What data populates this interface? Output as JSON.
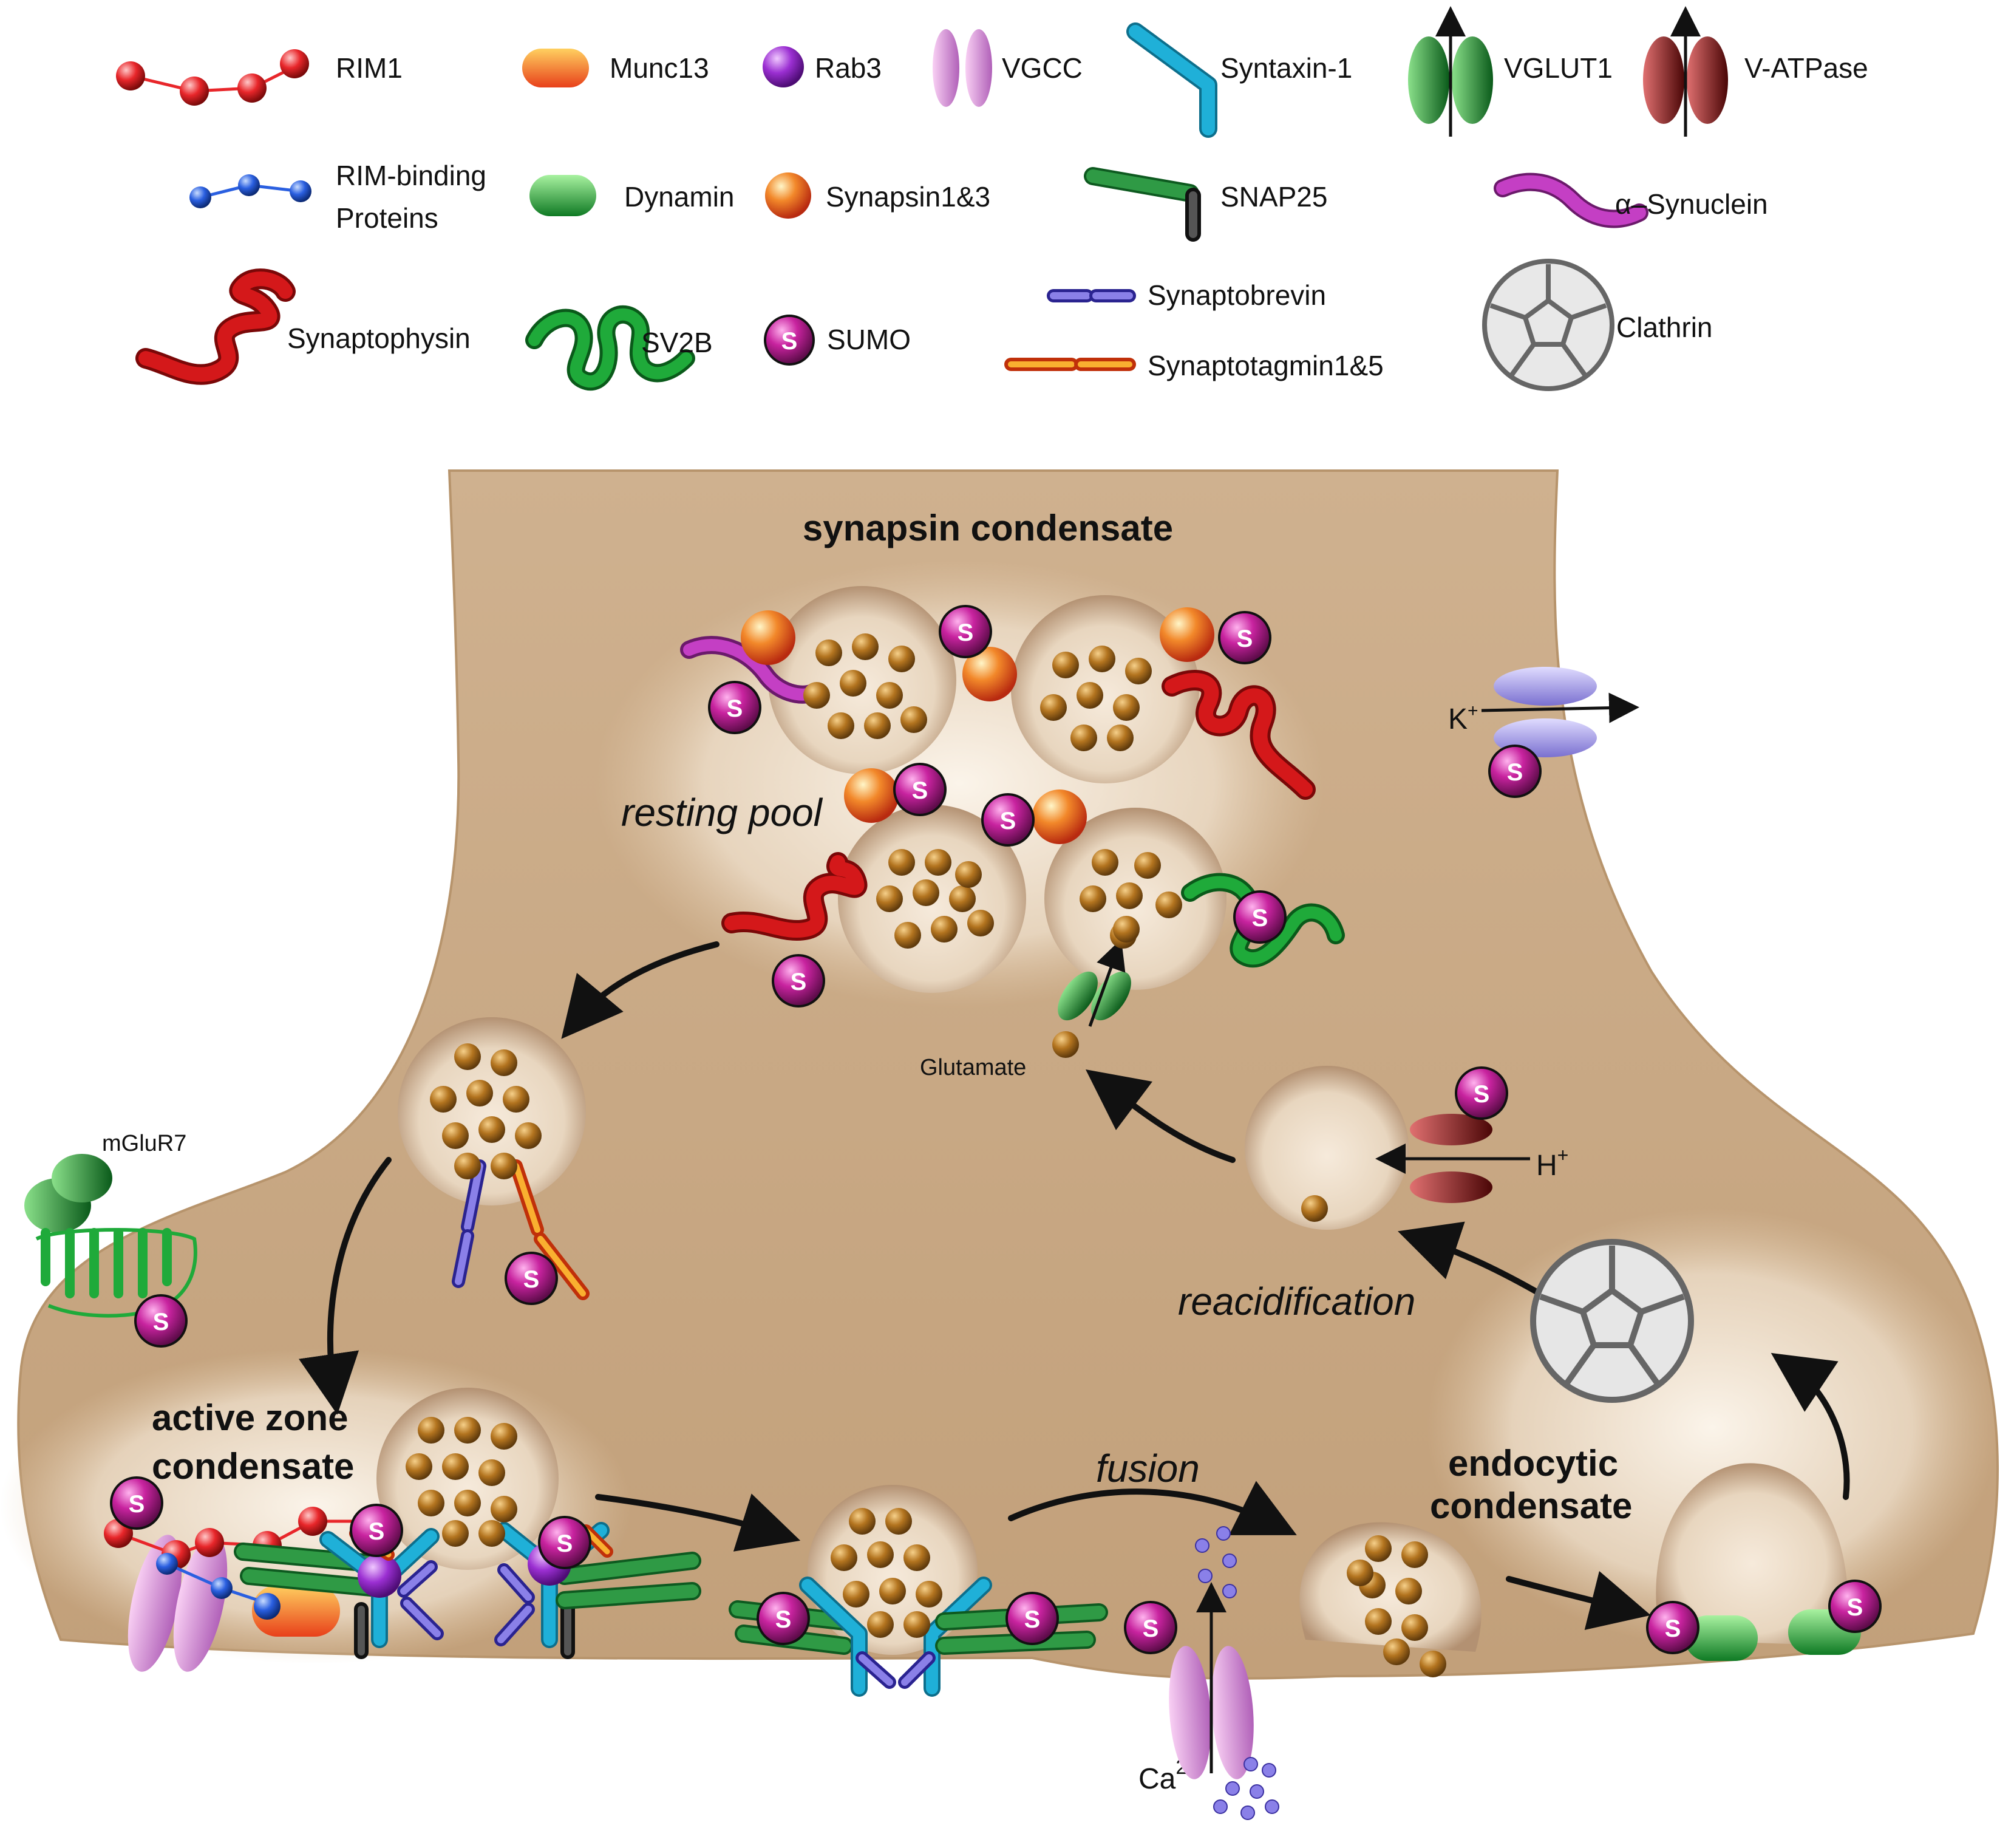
{
  "legend": {
    "rim1": "RIM1",
    "munc13": "Munc13",
    "rab3": "Rab3",
    "vgcc": "VGCC",
    "syntaxin": "Syntaxin-1",
    "vglut1": "VGLUT1",
    "vatpase": "V-ATPase",
    "rim_binding_1": "RIM-binding",
    "rim_binding_2": "Proteins",
    "dynamin": "Dynamin",
    "synapsin": "Synapsin1&3",
    "snap25": "SNAP25",
    "asyn": "α–Synuclein",
    "synaptophysin": "Synaptophysin",
    "sv2b": "SV2B",
    "sumo": "SUMO",
    "synaptobrevin": "Synaptobrevin",
    "synaptotagmin": "Synaptotagmin1&5",
    "clathrin": "Clathrin"
  },
  "diagram": {
    "synapsin_condensate": "synapsin condensate",
    "resting_pool": "resting pool",
    "glutamate": "Glutamate",
    "k_ion": "K",
    "k_sup": "+",
    "h_ion": "H",
    "h_sup": "+",
    "mglur7": "mGluR7",
    "reacidification": "reacidification",
    "active_zone_1": "active zone",
    "active_zone_2": "condensate",
    "fusion": "fusion",
    "endocytic_1": "endocytic",
    "endocytic_2": "condensate",
    "ca_ion": "Ca",
    "ca_sup": "2+",
    "sumo_letter": "S"
  },
  "colors": {
    "terminal": "#c9aa88",
    "terminal_edge": "#a8895f",
    "vesicle_glow": "#f7ecdc",
    "glutamate": "#b3741f",
    "sumo": "#c8239f",
    "rim1": "#e8262a",
    "munc13": "#f06a1a",
    "rab3": "#9b2fd2",
    "vgcc": "#d88ad8",
    "syntaxin": "#1fb0d8",
    "vglut1": "#1f9a3a",
    "vatpase": "#9a1616",
    "rim_bp": "#2a5fe0",
    "dynamin": "#1fae3c",
    "synapsin": "#f2882a",
    "snap25": "#2f9a45",
    "asyn": "#c43fc4",
    "synaptophysin": "#d4181a",
    "sv2b": "#1faa3a",
    "synaptobrevin": "#5a4fd0",
    "synaptotagmin": "#ee7a1a",
    "clathrin": "#777777"
  }
}
